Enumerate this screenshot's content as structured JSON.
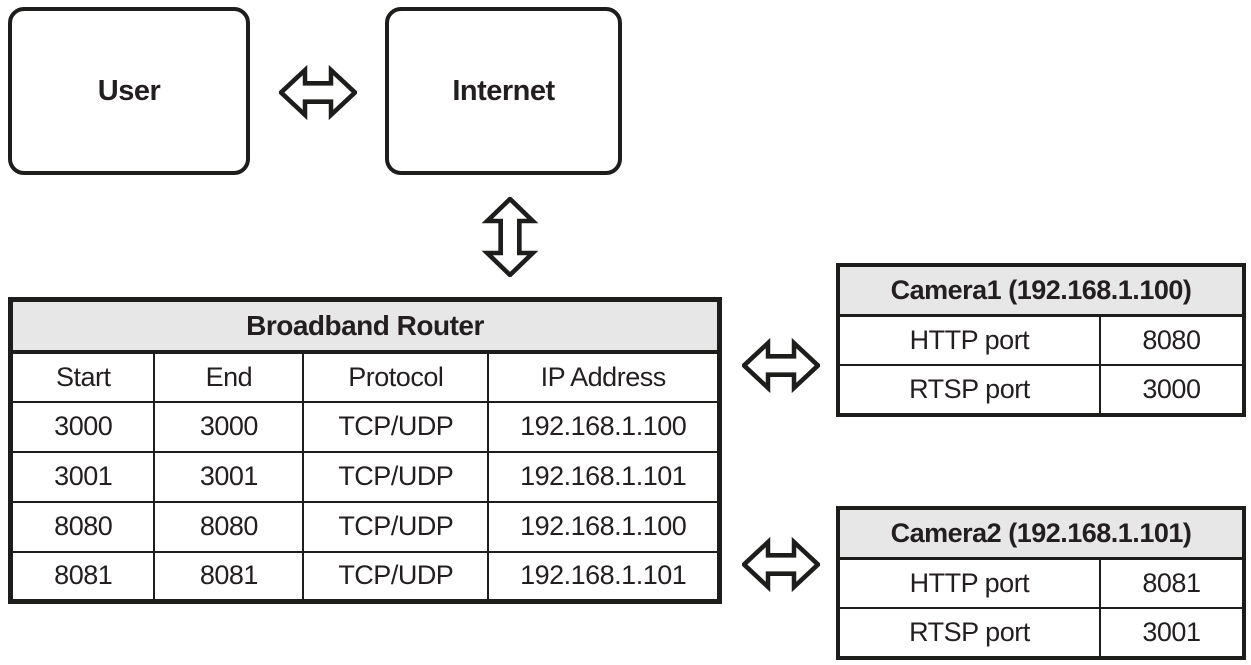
{
  "nodes": {
    "user": {
      "label": "User"
    },
    "internet": {
      "label": "Internet"
    }
  },
  "router_table": {
    "title": "Broadband Router",
    "columns": [
      "Start",
      "End",
      "Protocol",
      "IP Address"
    ],
    "rows": [
      [
        "3000",
        "3000",
        "TCP/UDP",
        "192.168.1.100"
      ],
      [
        "3001",
        "3001",
        "TCP/UDP",
        "192.168.1.101"
      ],
      [
        "8080",
        "8080",
        "TCP/UDP",
        "192.168.1.100"
      ],
      [
        "8081",
        "8081",
        "TCP/UDP",
        "192.168.1.101"
      ]
    ]
  },
  "camera1_table": {
    "title": "Camera1 (192.168.1.100)",
    "rows": [
      {
        "label": "HTTP port",
        "value": "8080"
      },
      {
        "label": "RTSP port",
        "value": "3000"
      }
    ]
  },
  "camera2_table": {
    "title": "Camera2 (192.168.1.101)",
    "rows": [
      {
        "label": "HTTP port",
        "value": "8081"
      },
      {
        "label": "RTSP port",
        "value": "3001"
      }
    ]
  },
  "icons": {
    "horizontal_arrow": "bidirectional-horizontal-arrow",
    "vertical_arrow": "bidirectional-vertical-arrow"
  },
  "colors": {
    "line": "#1d1d1b",
    "text": "#231f20",
    "header_bg": "#e7e7e7",
    "bg": "#ffffff"
  }
}
